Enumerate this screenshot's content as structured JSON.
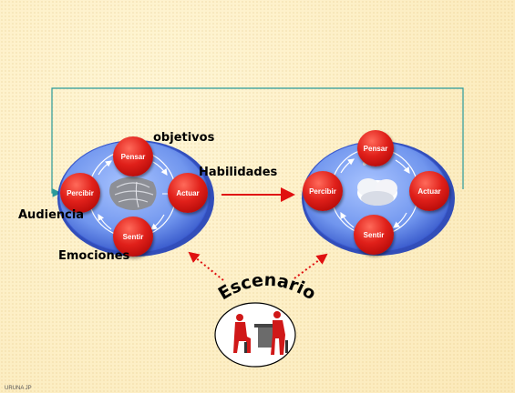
{
  "left_model": {
    "nodes": {
      "pensar": "Pensar",
      "percibir": "Percibir",
      "actuar": "Actuar",
      "sentir": "Sentir"
    }
  },
  "right_model": {
    "nodes": {
      "pensar": "Pensar",
      "percibir": "Percibir",
      "actuar": "Actuar",
      "sentir": "Sentir"
    }
  },
  "labels": {
    "objetivos": "objetivos",
    "habilidades": "Habilidades",
    "audiencia": "Audiencia",
    "emociones": "Emociones",
    "escenario": "Escenario"
  },
  "footer": "URUNA JP",
  "colors": {
    "background": "#fbe9b8",
    "ellipse_fill": "#7fa6f0",
    "ellipse_edge": "#1c3cb8",
    "node_red": "#e0201a",
    "feedback_line": "#2a9a9a",
    "arrow_red": "#e01010"
  }
}
